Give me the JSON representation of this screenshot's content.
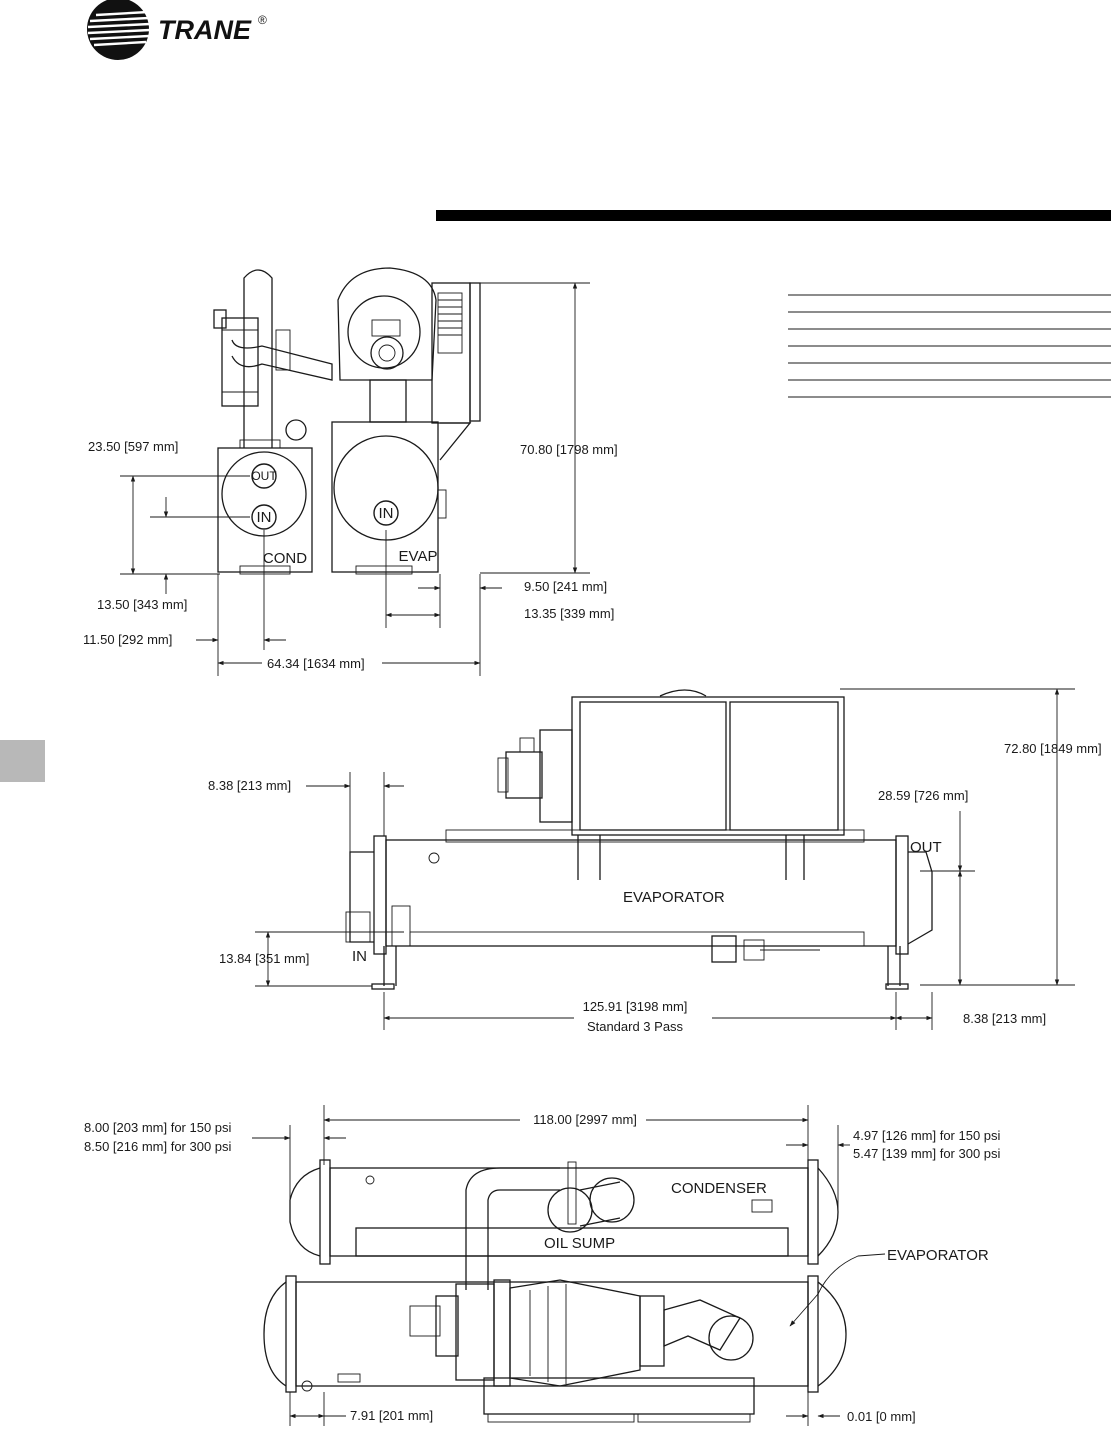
{
  "logo": {
    "brand": "TRANE",
    "mark": "®"
  },
  "end_view": {
    "labels": {
      "out": "OUT",
      "in_cond": "IN",
      "in_evap": "IN",
      "cond": "COND",
      "evap": "EVAP"
    },
    "dims": {
      "d_23_50": "23.50 [597 mm]",
      "d_70_80": "70.80 [1798 mm]",
      "d_9_50": "9.50 [241 mm]",
      "d_13_35": "13.35 [339 mm]",
      "d_13_50": "13.50 [343 mm]",
      "d_11_50": "11.50 [292 mm]",
      "d_64_34": "64.34 [1634 mm]"
    }
  },
  "side_view": {
    "labels": {
      "evaporator": "EVAPORATOR",
      "out": "OUT",
      "in": "IN"
    },
    "dims": {
      "d_72_80": "72.80 [1849 mm]",
      "d_8_38_top": "8.38 [213 mm]",
      "d_28_59": "28.59 [726 mm]",
      "d_13_84": "13.84 [351 mm]",
      "d_125_91": "125.91 [3198 mm]",
      "d_125_91_note": "Standard 3 Pass",
      "d_8_38_bottom": "8.38 [213 mm]"
    }
  },
  "top_view": {
    "labels": {
      "condenser": "CONDENSER",
      "oil_sump": "OIL SUMP",
      "evaporator": "EVAPORATOR"
    },
    "dims": {
      "d_118_00": "118.00 [2997 mm]",
      "d_8_00": "8.00 [203 mm] for 150 psi",
      "d_8_50": "8.50 [216 mm] for 300 psi",
      "d_4_97": "4.97 [126 mm] for 150 psi",
      "d_5_47": "5.47 [139 mm] for 300 psi",
      "d_7_91": "7.91 [201 mm]",
      "d_0_01": "0.01 [0 mm]"
    }
  }
}
